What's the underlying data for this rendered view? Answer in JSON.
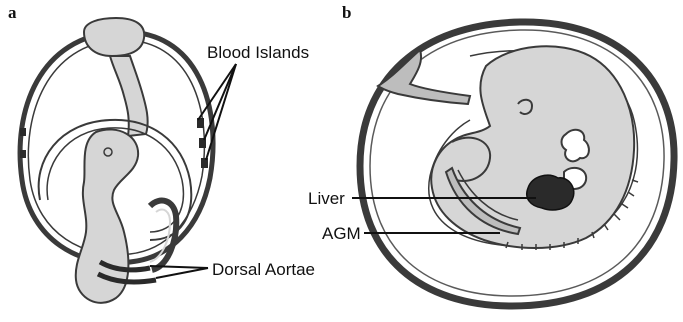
{
  "panels": [
    {
      "letter": "a"
    },
    {
      "letter": "b"
    }
  ],
  "labels": {
    "blood_islands": "Blood Islands",
    "dorsal_aortae": "Dorsal Aortae",
    "liver": "Liver",
    "agm": "AGM"
  },
  "colors": {
    "outline": "#3a3a3a",
    "tissue_fill": "#d6d6d6",
    "membrane_fill": "#bdbdbd",
    "dark_region": "#2a2a2a",
    "background": "#ffffff"
  }
}
